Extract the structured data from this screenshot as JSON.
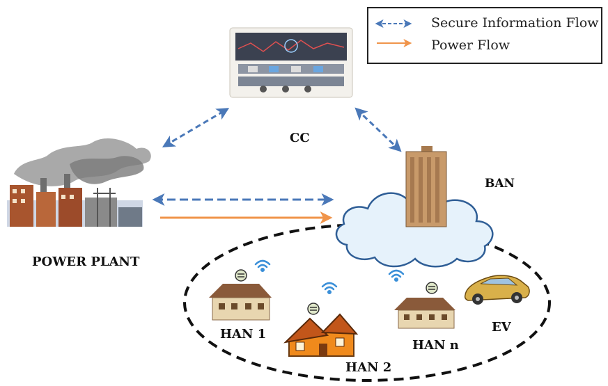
{
  "legend": {
    "info_flow": "Secure Information Flow",
    "power_flow": "Power Flow"
  },
  "labels": {
    "cc": "CC",
    "ban": "BAN",
    "power_plant": "POWER PLANT",
    "han1": "HAN 1",
    "han2": "HAN 2",
    "hann": "HAN n",
    "ev": "EV"
  },
  "colors": {
    "info_arrow": "#4a78b8",
    "power_arrow": "#f0944a",
    "house_wall": "#e8d6b0",
    "house_roof": "#8a5a3a",
    "orange_house": "#f08a1c",
    "car": "#d9b04a",
    "cloud_fill": "#e6f2fb",
    "cloud_stroke": "#2f5e96"
  }
}
